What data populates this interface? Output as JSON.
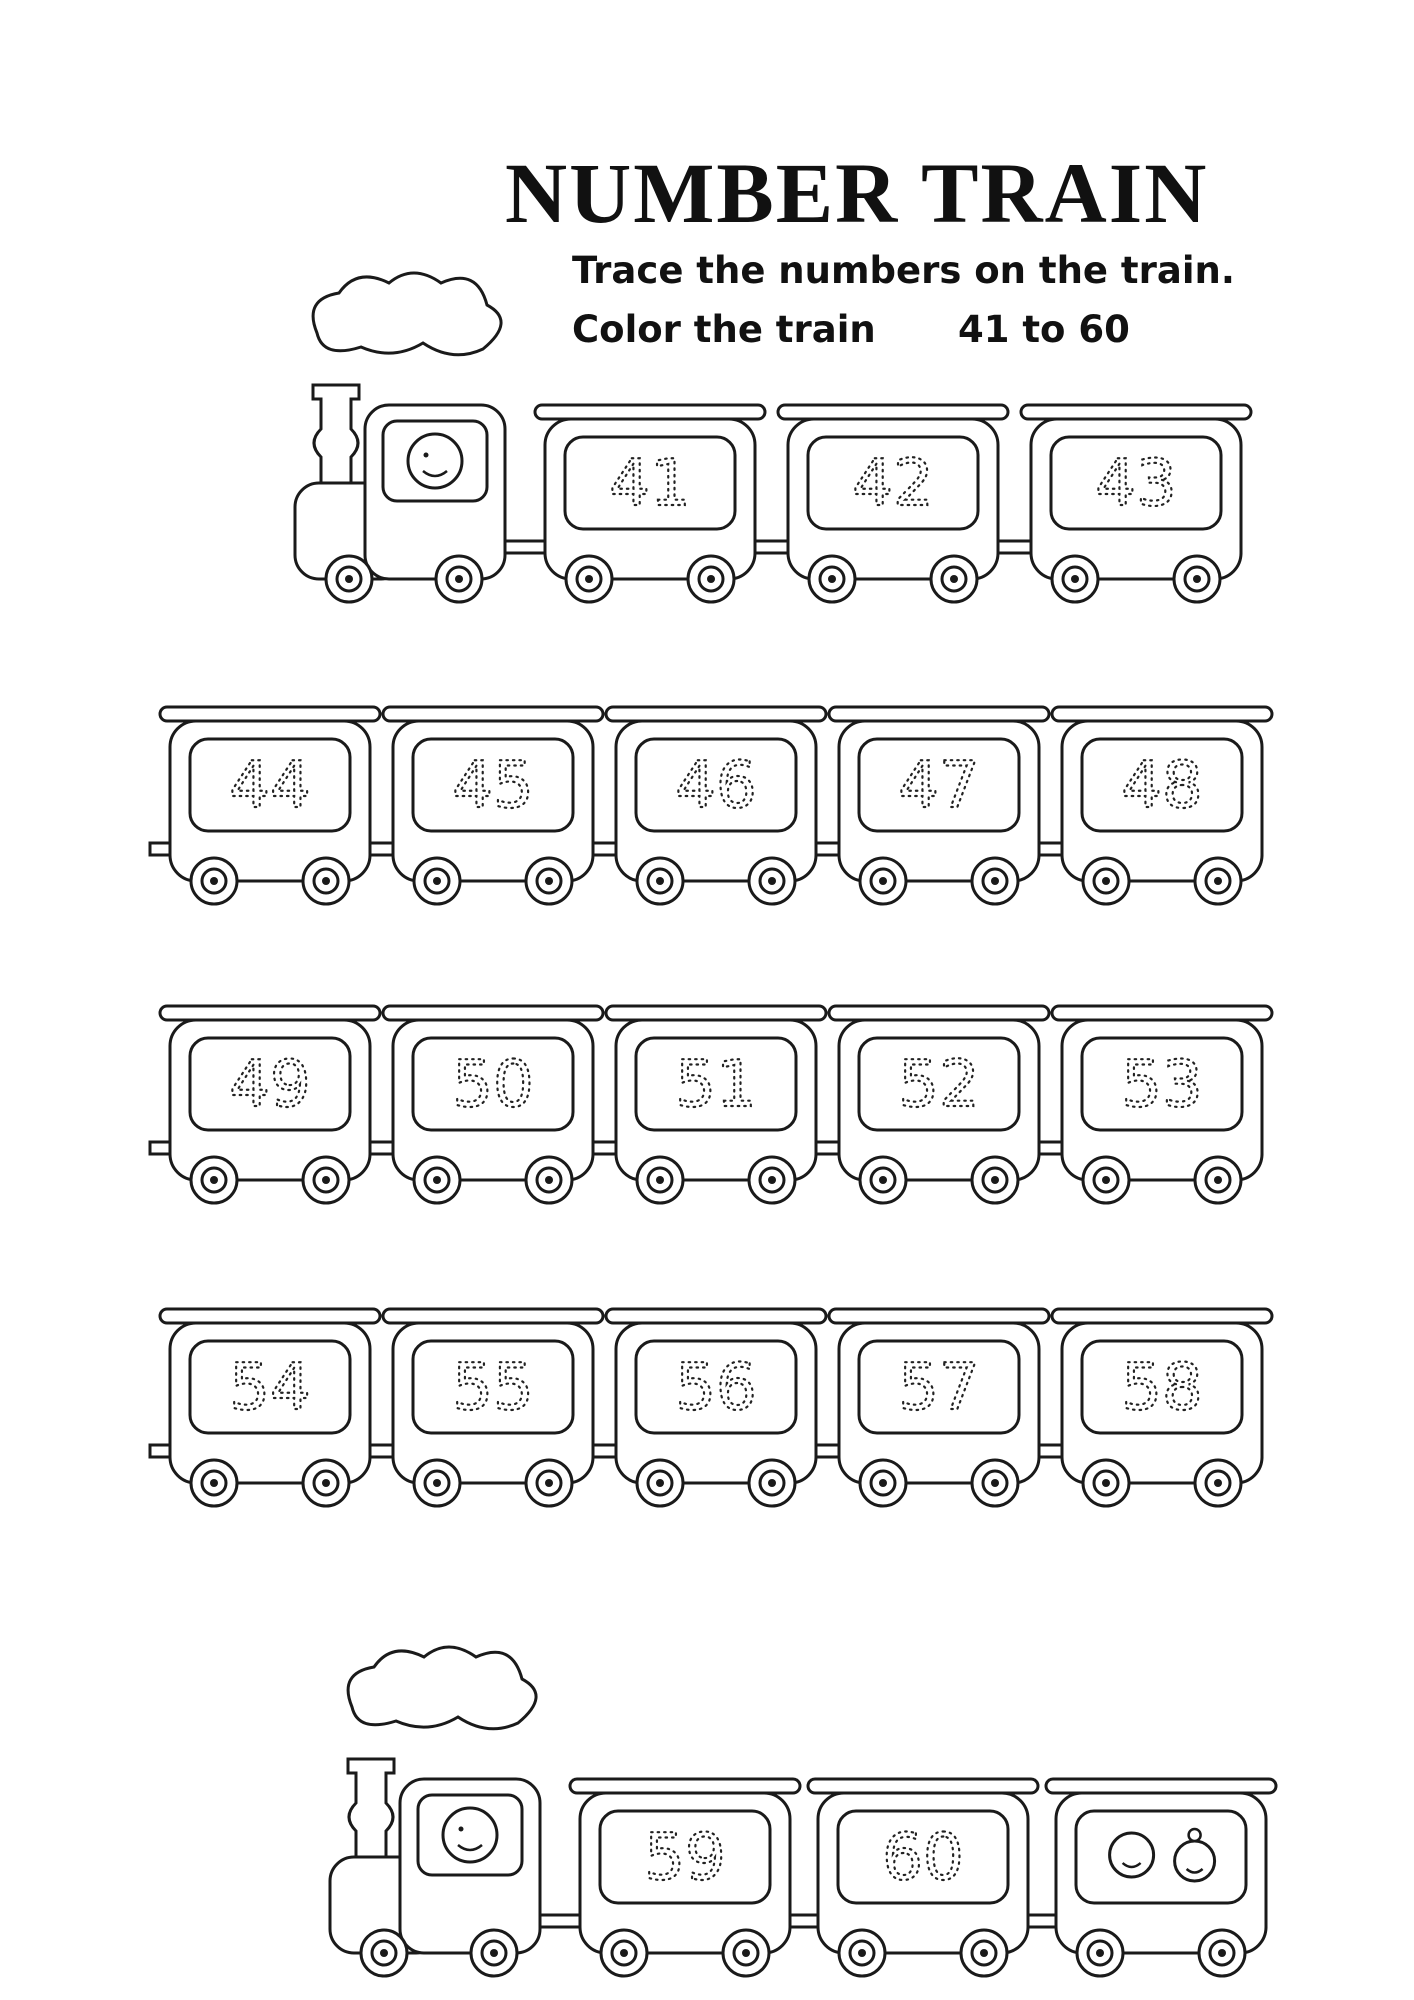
{
  "header": {
    "title": "NUMBER TRAIN",
    "instruction_trace": "Trace the numbers on the train.",
    "instruction_color": "Color the train",
    "range_label": "41 to 60"
  },
  "trains": [
    {
      "engine": true,
      "cars": [
        "41",
        "42",
        "43"
      ]
    },
    {
      "engine": false,
      "cars": [
        "44",
        "45",
        "46",
        "47",
        "48"
      ]
    },
    {
      "engine": false,
      "cars": [
        "49",
        "50",
        "51",
        "52",
        "53"
      ]
    },
    {
      "engine": false,
      "cars": [
        "54",
        "55",
        "56",
        "57",
        "58"
      ]
    },
    {
      "engine": true,
      "cars": [
        "59",
        "60",
        ""
      ],
      "last_car_passengers": true
    }
  ]
}
